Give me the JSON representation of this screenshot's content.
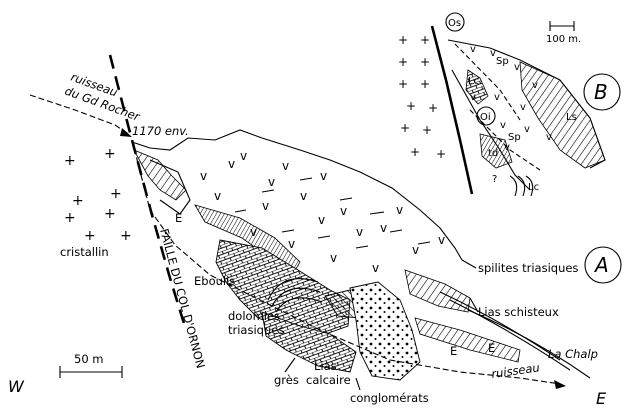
{
  "section_a": {
    "stream_top_1": "ruisseau",
    "stream_top_2": "du Gd Rocher",
    "elevation": "1170 env.",
    "crystalline": "cristallin",
    "fault": "FAILLE DU COL D'ORNON",
    "eboulis": "Eboulis",
    "dolomites_1": "dolomies",
    "dolomites_2": "triasiques",
    "gres": "grès",
    "lias_calc_1": "Lias",
    "lias_calc_2": "calcaire",
    "conglomerats": "conglomérats",
    "spilites": "spilites triasiques",
    "lias_schist": "Lias schisteux",
    "la_chalp": "La Chalp",
    "stream_bottom": "ruisseau",
    "e_label": "E",
    "scale": "50 m",
    "west": "W",
    "east": "E",
    "panel": "A"
  },
  "section_b": {
    "scale": "100 m.",
    "os": "Os",
    "oi": "Oi",
    "sp": "Sp",
    "lc": "Lc",
    "ls": "Ls",
    "td": "td",
    "question": "?",
    "panel": "B"
  }
}
